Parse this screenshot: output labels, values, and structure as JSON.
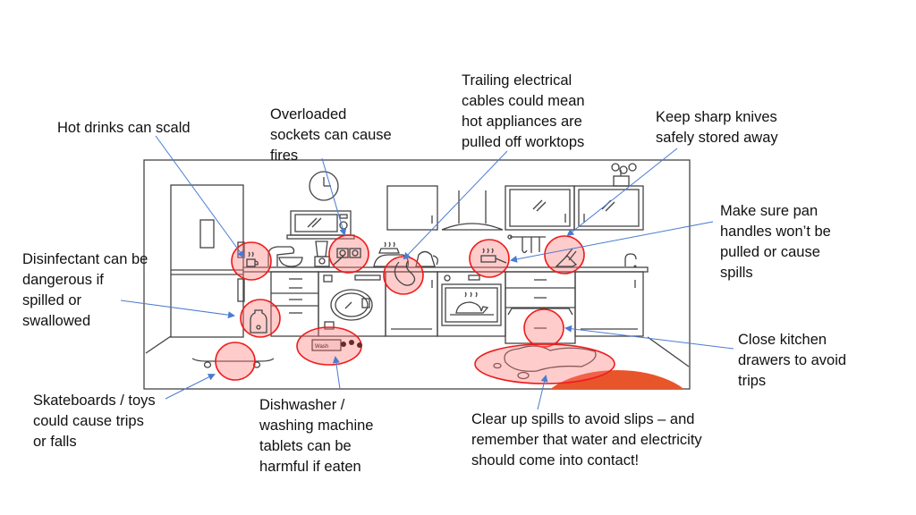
{
  "title": "Kitchen hazards",
  "colors": {
    "hazard_fill": "#ffb3b3",
    "hazard_stroke": "#ee1c1c",
    "arrow": "#4a7bd1",
    "floor_accent": "#e8552b",
    "line_art": "#444444"
  },
  "labels": {
    "hot_drinks": "Hot drinks can scald",
    "sockets": "Overloaded\nsockets can cause\nfires",
    "cables": "Trailing electrical\ncables could mean\nhot appliances are\npulled off worktops",
    "knives": "Keep sharp knives\nsafely stored away",
    "pan_handles": "Make sure pan\nhandles won’t be\npulled or cause\nspills",
    "disinfectant": "Disinfectant can be\ndangerous if\nspilled or\nswallowed",
    "drawers": "Close kitchen\ndrawers to avoid\ntrips",
    "skateboards": "Skateboards / toys\ncould cause trips\nor falls",
    "tablets": "Dishwasher /\nwashing machine\ntablets can be\nharmful if eaten",
    "spills": "Clear up spills to avoid slips – and\nremember that water and electricity\nshould come into contact!"
  },
  "icons": {
    "tablet_box_text": "Wash\nMatic"
  }
}
